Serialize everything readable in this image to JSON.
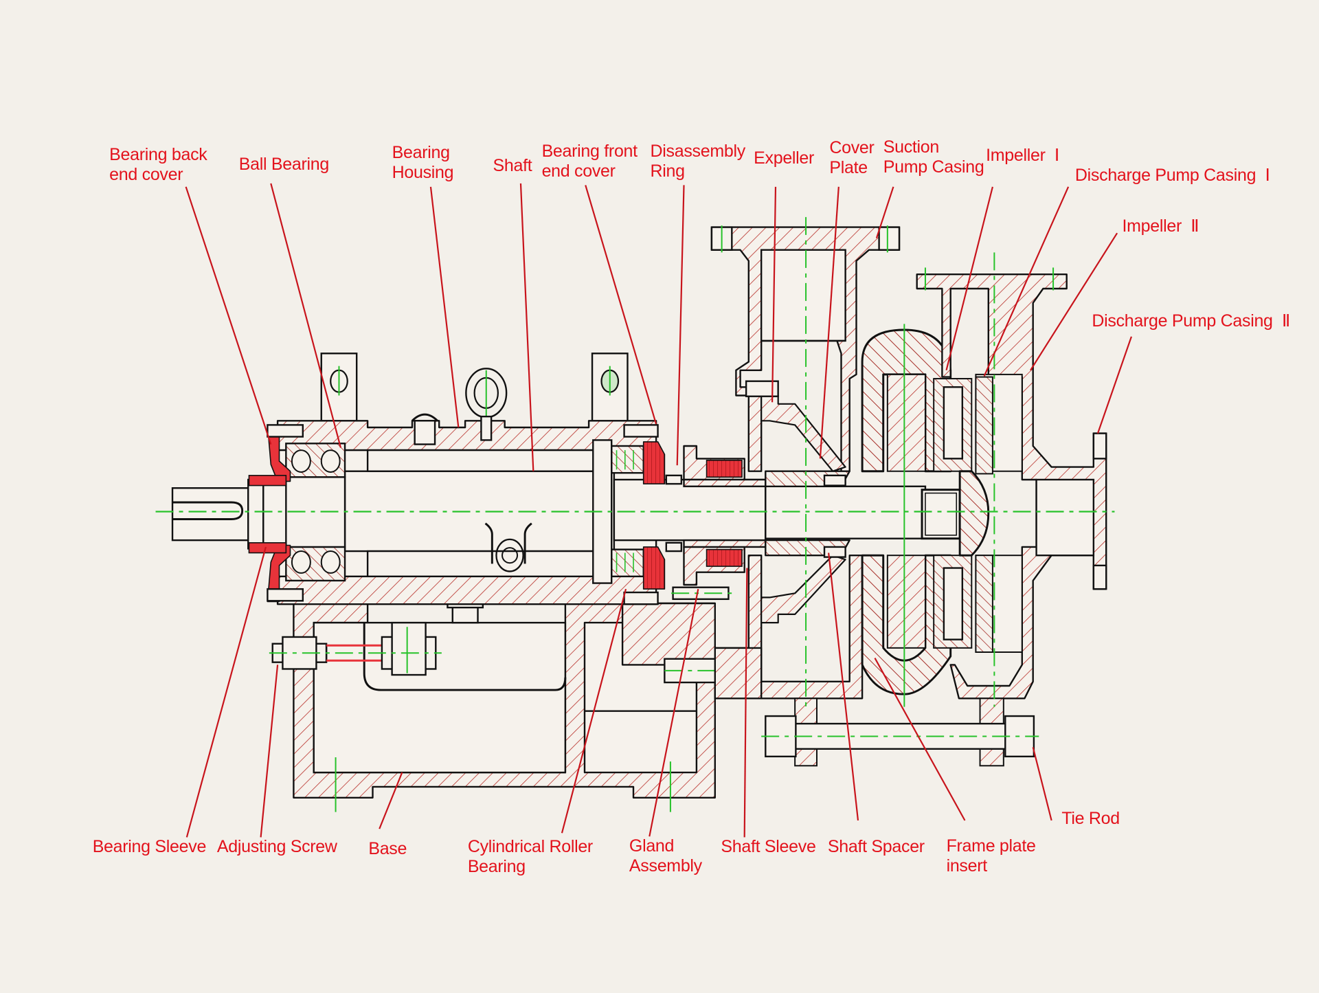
{
  "diagram": {
    "title": "Slurry pump cross-section with labeled components",
    "colors": {
      "background": "#f3f0ea",
      "label": "#e3121c",
      "leader": "#c8141c",
      "outline": "#111111",
      "hatch": "#b8302a",
      "centerline": "#27c22a",
      "highlight": "#e8333a"
    },
    "labels": [
      {
        "id": "bearing-back-end-cover",
        "text": "Bearing back\nend cover"
      },
      {
        "id": "ball-bearing",
        "text": "Ball Bearing"
      },
      {
        "id": "bearing-housing",
        "text": "Bearing\nHousing"
      },
      {
        "id": "shaft",
        "text": "Shaft"
      },
      {
        "id": "bearing-front-end-cover",
        "text": "Bearing front\nend cover"
      },
      {
        "id": "disassembly-ring",
        "text": "Disassembly\nRing"
      },
      {
        "id": "expeller",
        "text": "Expeller"
      },
      {
        "id": "cover-plate",
        "text": "Cover\nPlate"
      },
      {
        "id": "suction-pump-casing",
        "text": "Suction\nPump Casing"
      },
      {
        "id": "impeller-1",
        "text": "Impeller  Ⅰ"
      },
      {
        "id": "discharge-pump-casing-1",
        "text": "Discharge Pump Casing  Ⅰ"
      },
      {
        "id": "impeller-2",
        "text": "Impeller  Ⅱ"
      },
      {
        "id": "discharge-pump-casing-2",
        "text": "Discharge Pump Casing  Ⅱ"
      },
      {
        "id": "tie-rod",
        "text": "Tie Rod"
      },
      {
        "id": "frame-plate-insert",
        "text": "Frame plate\ninsert"
      },
      {
        "id": "shaft-spacer",
        "text": "Shaft Spacer"
      },
      {
        "id": "shaft-sleeve",
        "text": "Shaft Sleeve"
      },
      {
        "id": "gland-assembly",
        "text": "Gland\nAssembly"
      },
      {
        "id": "cylindrical-roller-bearing",
        "text": "Cylindrical Roller\nBearing"
      },
      {
        "id": "base",
        "text": "Base"
      },
      {
        "id": "adjusting-screw",
        "text": "Adjusting Screw"
      },
      {
        "id": "bearing-sleeve",
        "text": "Bearing Sleeve"
      }
    ]
  }
}
